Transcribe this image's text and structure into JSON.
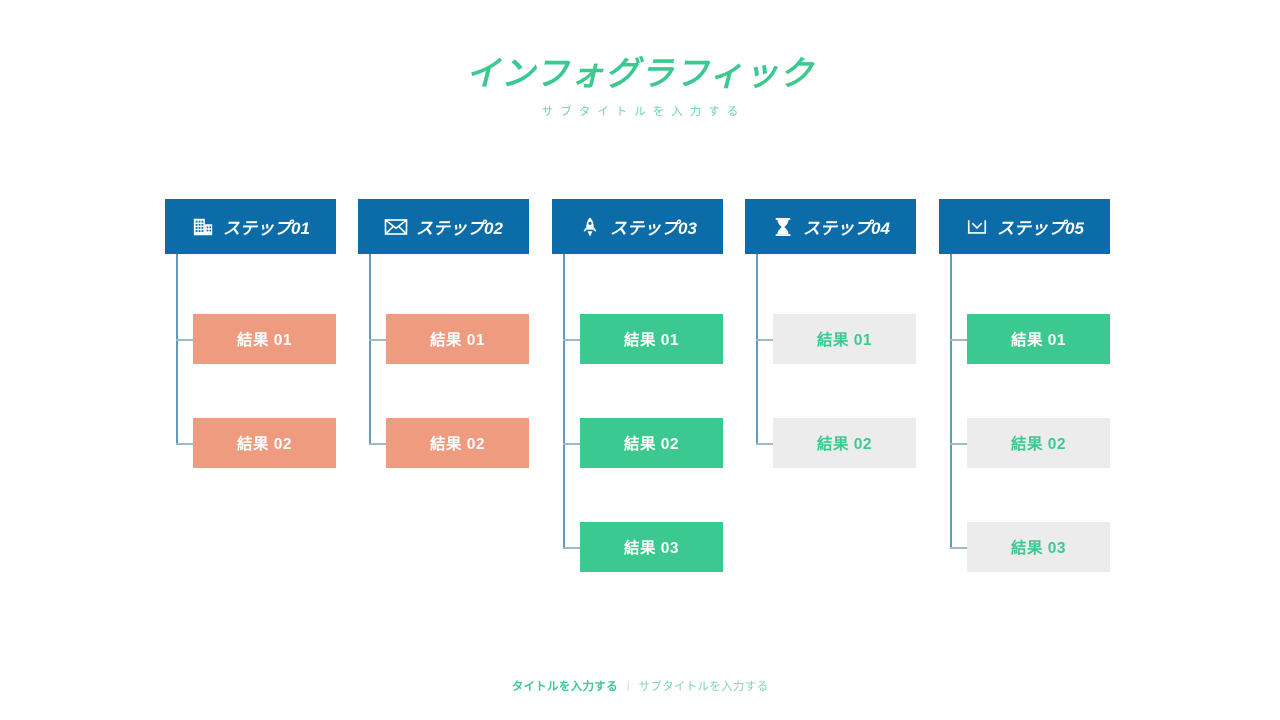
{
  "header": {
    "title": "インフォグラフィック",
    "subtitle": "サブタイトルを入力する",
    "title_color": "#3cc98f",
    "subtitle_color": "#6ed4ab"
  },
  "colors": {
    "step_header_blue": "#0b6ca8",
    "salmon": "#ee9b80",
    "green": "#3cc98f",
    "gray": "#ececec",
    "connector_vertical": "#5b9bc4",
    "connector_stub": "#9fb9c9",
    "background": "#ffffff"
  },
  "columns": [
    {
      "step_label": "ステップ01",
      "icon": "building-icon",
      "results": [
        {
          "label": "結果 01",
          "fill": "salmon",
          "text": "white"
        },
        {
          "label": "結果 02",
          "fill": "salmon",
          "text": "white"
        }
      ]
    },
    {
      "step_label": "ステップ02",
      "icon": "envelope-icon",
      "results": [
        {
          "label": "結果 01",
          "fill": "salmon",
          "text": "white"
        },
        {
          "label": "結果 02",
          "fill": "salmon",
          "text": "white"
        }
      ]
    },
    {
      "step_label": "ステップ03",
      "icon": "rocket-icon",
      "results": [
        {
          "label": "結果 01",
          "fill": "green",
          "text": "white"
        },
        {
          "label": "結果 02",
          "fill": "green",
          "text": "white"
        },
        {
          "label": "結果 03",
          "fill": "green",
          "text": "white"
        }
      ]
    },
    {
      "step_label": "ステップ04",
      "icon": "hourglass-icon",
      "results": [
        {
          "label": "結果 01",
          "fill": "gray",
          "text": "green"
        },
        {
          "label": "結果 02",
          "fill": "gray",
          "text": "green"
        }
      ]
    },
    {
      "step_label": "ステップ05",
      "icon": "inbox-tray-icon",
      "results": [
        {
          "label": "結果 01",
          "fill": "green",
          "text": "white"
        },
        {
          "label": "結果 02",
          "fill": "gray",
          "text": "green"
        },
        {
          "label": "結果 03",
          "fill": "gray",
          "text": "green"
        }
      ]
    }
  ],
  "footer": {
    "title": "タイトルを入力する",
    "divider": "|",
    "subtitle": "サブタイトルを入力する"
  }
}
